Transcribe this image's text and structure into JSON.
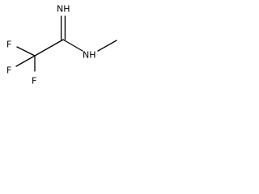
{
  "structure": {
    "atoms": [
      {
        "id": "f1",
        "label": "F"
      },
      {
        "id": "f2",
        "label": "F"
      },
      {
        "id": "f3",
        "label": "F"
      },
      {
        "id": "nh_imine",
        "label": "NH"
      },
      {
        "id": "nh_amine",
        "label": "NH"
      }
    ]
  },
  "colors": {
    "bond": "#000000",
    "text": "#000000",
    "background": "#ffffff"
  }
}
